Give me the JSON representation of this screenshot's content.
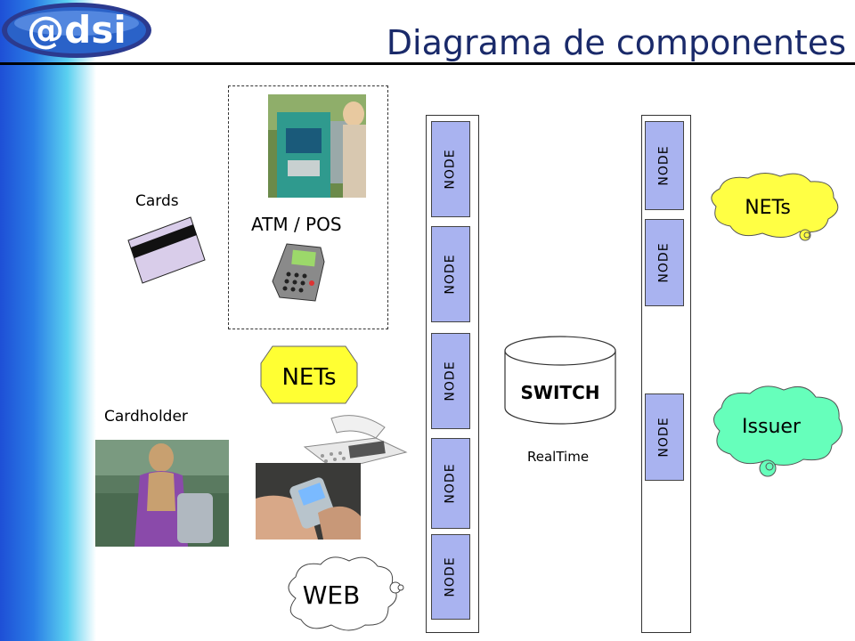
{
  "logo": {
    "text": "@dsi"
  },
  "title": "Diagrama de componentes",
  "labels": {
    "cards": "Cards",
    "atm_pos": "ATM / POS",
    "cardholder": "Cardholder",
    "nets_hex": "NETs",
    "web": "WEB",
    "switch": "SWITCH",
    "realtime": "RealTime",
    "nets_cloud": "NETs",
    "issuer": "Issuer"
  },
  "nodes_left": [
    "NODE",
    "NODE",
    "NODE",
    "NODE",
    "NODE"
  ],
  "nodes_right": [
    "NODE",
    "NODE",
    "NODE"
  ],
  "colors": {
    "node_fill": "#a9b3f0",
    "nets_hex_fill": "#ffff33",
    "nets_cloud_fill": "#ffff44",
    "issuer_cloud_fill": "#66ffbb",
    "title_color": "#1a2a6a"
  }
}
